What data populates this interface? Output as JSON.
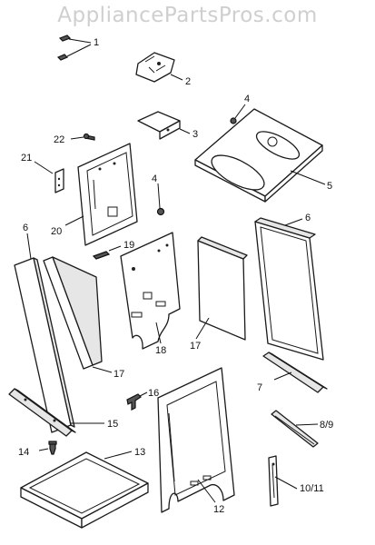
{
  "watermark": "AppliancePartsPros.com",
  "callouts": {
    "c1": "1",
    "c2": "2",
    "c3": "3",
    "c4a": "4",
    "c4b": "4",
    "c5": "5",
    "c6a": "6",
    "c6b": "6",
    "c7": "7",
    "c89": "8/9",
    "c1011": "10/11",
    "c12": "12",
    "c13": "13",
    "c14": "14",
    "c15": "15",
    "c16": "16",
    "c17a": "17",
    "c17b": "17",
    "c18": "18",
    "c19": "19",
    "c20": "20",
    "c21": "21",
    "c22": "22"
  }
}
